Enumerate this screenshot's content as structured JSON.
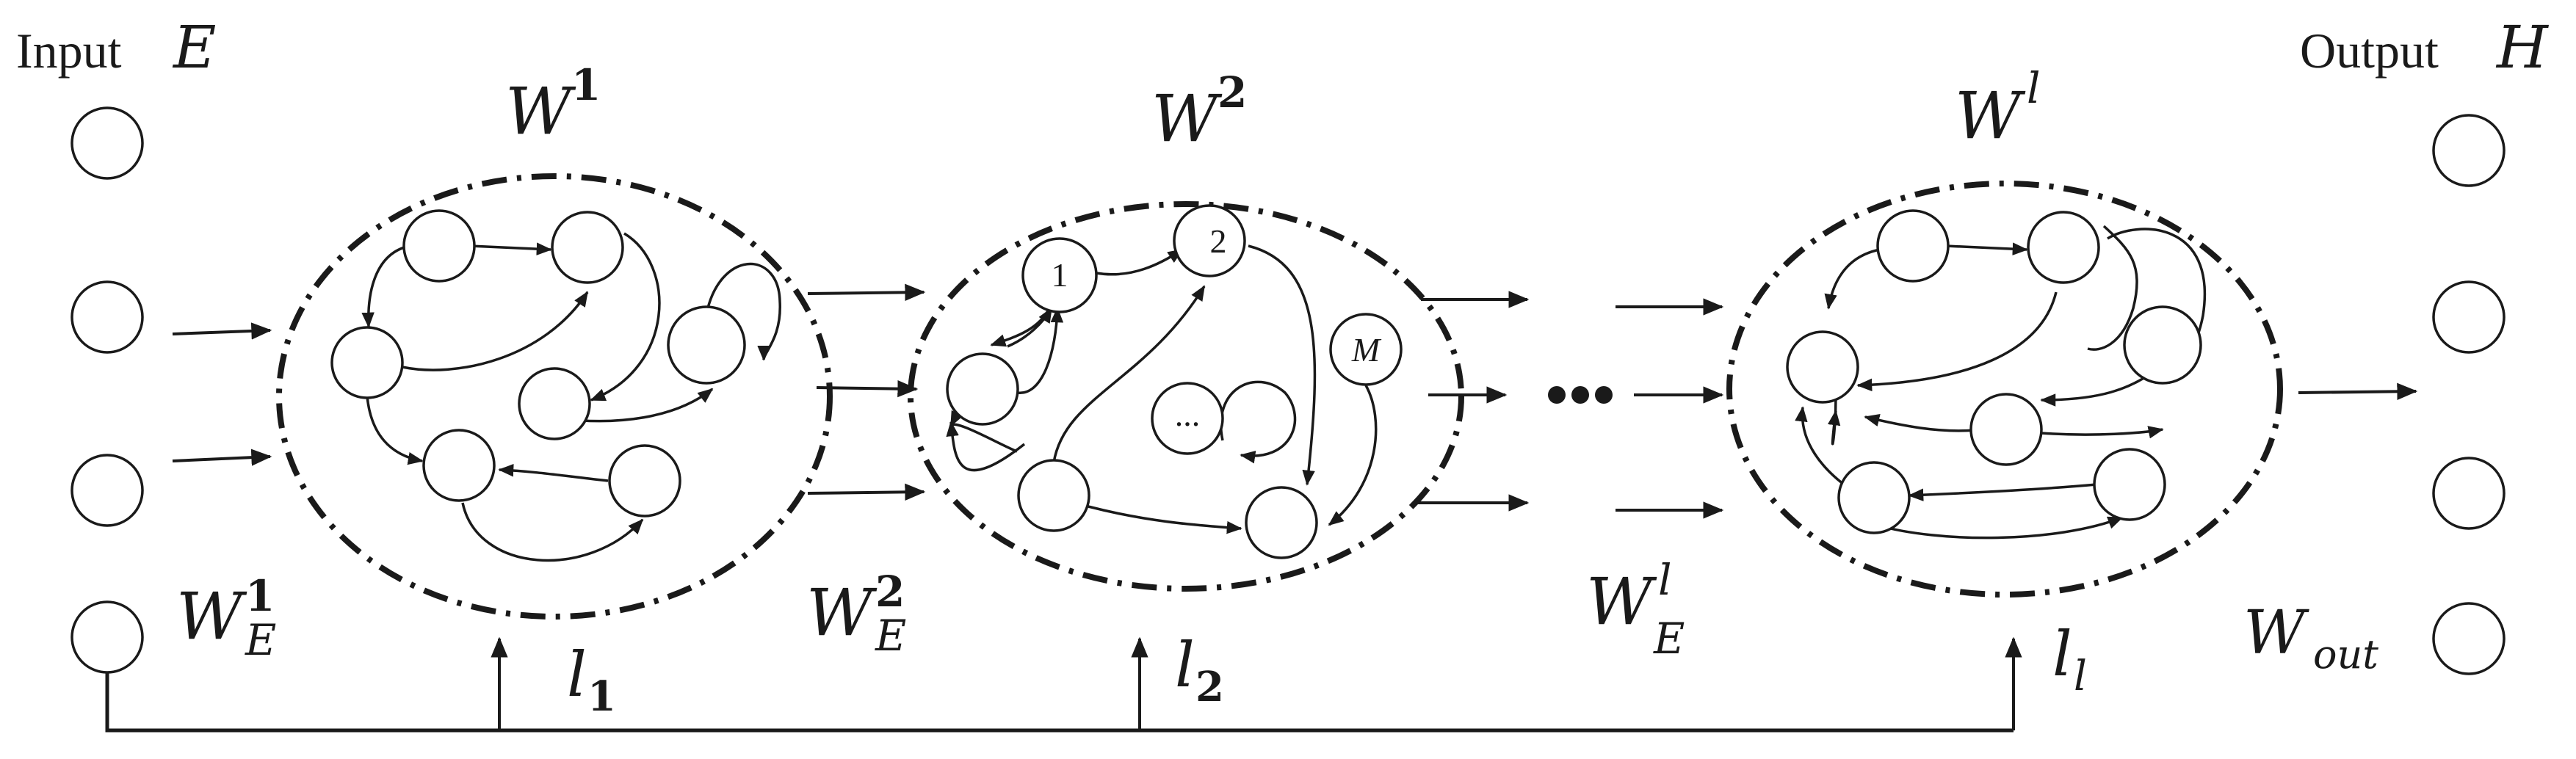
{
  "input": {
    "label": "Input",
    "symbol": "E"
  },
  "output": {
    "label": "Output",
    "symbol": "H"
  },
  "reservoirs": [
    {
      "weight": "W",
      "sup": "1"
    },
    {
      "weight": "W",
      "sup": "2"
    },
    {
      "weight": "W",
      "sup": "l"
    }
  ],
  "input_weights": [
    {
      "base": "W",
      "sub": "E",
      "sup": "1"
    },
    {
      "base": "W",
      "sub": "E",
      "sup": "2"
    },
    {
      "base": "W",
      "sub": "E",
      "sup": "l"
    }
  ],
  "leak_rates": [
    {
      "base": "l",
      "sub": "1"
    },
    {
      "base": "l",
      "sub": "2"
    },
    {
      "base": "l",
      "sub": "l"
    }
  ],
  "output_weight": {
    "base": "W",
    "sub": "out"
  },
  "reservoir2_nodes": {
    "n1": "1",
    "n2": "2",
    "nM": "M",
    "nDots": "..."
  },
  "ellipsis": "•••"
}
